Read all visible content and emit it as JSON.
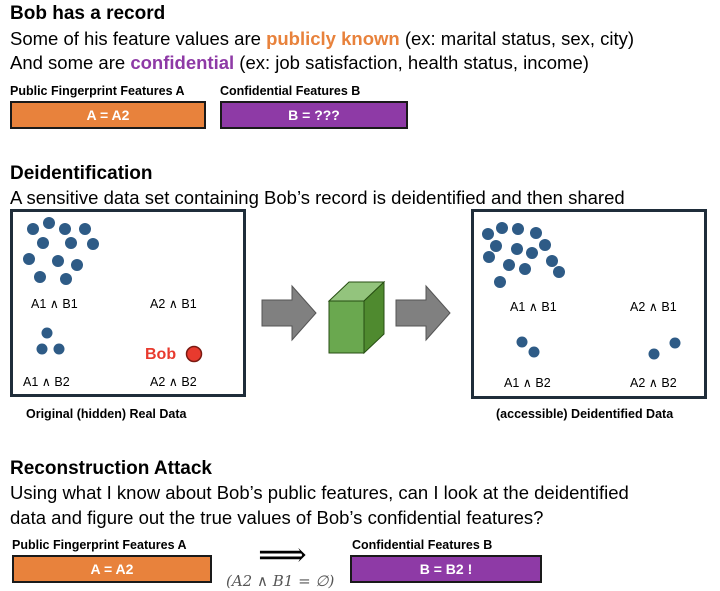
{
  "section1": {
    "title": "Bob has a record",
    "line1_pre": "Some of his feature values are ",
    "line1_highlight": "publicly known",
    "line1_post": " (ex: marital status, sex, city)",
    "line2_pre": "And some are ",
    "line2_highlight": "confidential",
    "line2_post": " (ex: job satisfaction, health status, income)",
    "public_label": "Public Fingerprint Features A",
    "public_value": "A = A2",
    "confidential_label": "Confidential Features B",
    "confidential_value": "B = ???"
  },
  "section2": {
    "title": "Deidentification",
    "description": "A sensitive data set containing Bob’s record is deidentified and then shared",
    "original": {
      "caption": "Original (hidden) Real Data",
      "q_a1b1": "A1  ∧ B1",
      "q_a2b1": "A2 ∧ B1",
      "q_a1b2": "A1 ∧ B2",
      "q_a2b2": "A2 ∧ B2",
      "bob_label": "Bob"
    },
    "deidentified": {
      "caption": "(accessible) Deidentified Data",
      "q_a1b1": "A1  ∧ B1",
      "q_a2b1": "A2 ∧ B1",
      "q_a1b2": "A1 ∧ B2",
      "q_a2b2": "A2 ∧ B2"
    },
    "colors": {
      "dot": "#2e5b86",
      "bob_dot": "#e83a2e",
      "cube": "#6aa84f",
      "arrow": "#808080"
    }
  },
  "section3": {
    "title": "Reconstruction Attack",
    "line1": "Using what I know about Bob’s public features, can I look at the deidentified",
    "line2": "data and figure out the true values of Bob’s confidential features?",
    "public_label": "Public Fingerprint Features A",
    "public_value": "A = A2",
    "implies_symbol": "⟹",
    "formula": "(A2 ∧ B1 = ∅)",
    "confidential_label": "Confidential Features B",
    "confidential_value": "B = B2 !"
  }
}
